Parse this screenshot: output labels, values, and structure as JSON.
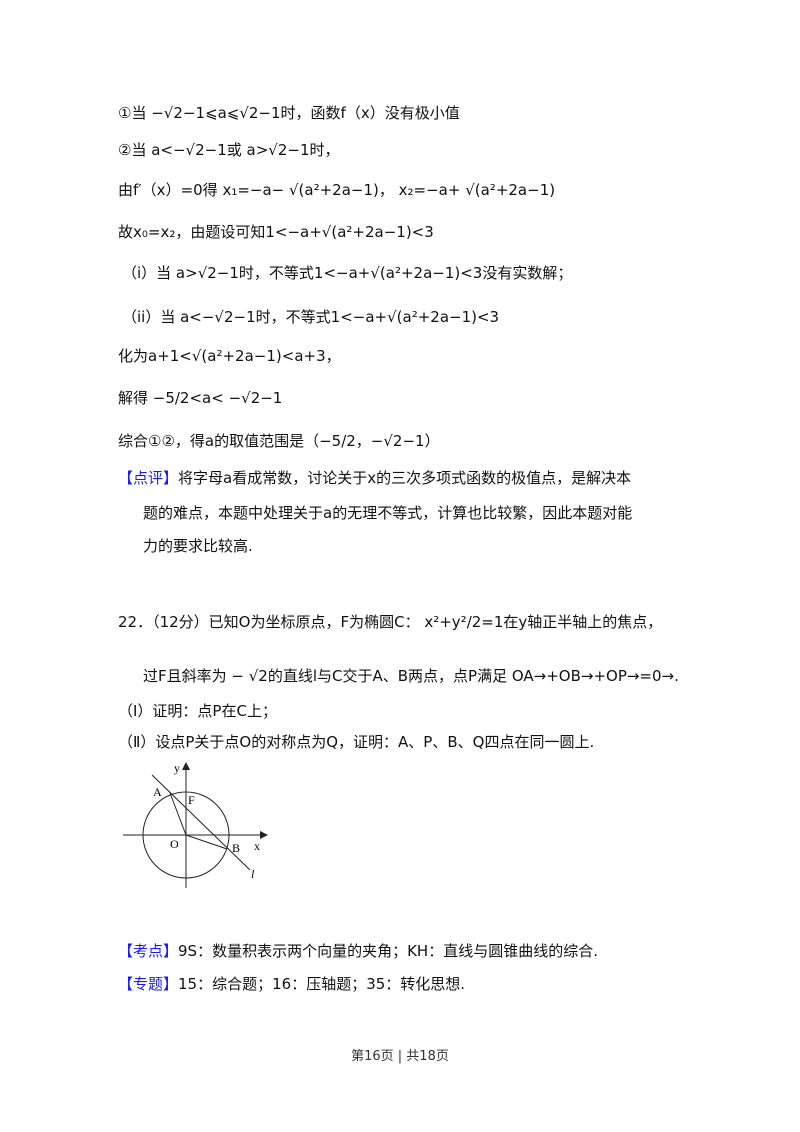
{
  "solution_lines": [
    "①当 −√2−1⩽a⩽√2−1时，函数f（x）没有极小值",
    "②当 a<−√2−1或 a>√2−1时，",
    "由f′（x）=0得 x₁=−a− √(a²+2a−1)， x₂=−a+ √(a²+2a−1)",
    "故x₀=x₂，由题设可知1<−a+√(a²+2a−1)<3",
    "（i）当 a>√2−1时，不等式1<−a+√(a²+2a−1)<3没有实数解；",
    "（ii）当 a<−√2−1时，不等式1<−a+√(a²+2a−1)<3",
    "化为a+1<√(a²+2a−1)<a+3，",
    "解得 −5/2<a< −√2−1",
    "综合①②，得a的取值范围是（−5/2，−√2−1）"
  ],
  "comment": {
    "tag": "【点评】",
    "lines": [
      "将字母a看成常数，讨论关于x的三次多项式函数的极值点，是解决本",
      "题的难点，本题中处理关于a的无理不等式，计算也比较繁，因此本题对能",
      "力的要求比较高."
    ]
  },
  "problem": {
    "line1": "22．（12分）已知O为坐标原点，F为椭圆C： x²+y²/2=1在y轴正半轴上的焦点，",
    "line2": "过F且斜率为 − √2的直线l与C交于A、B两点，点P满足 OA→+OB→+OP→=0→.",
    "part1": "（Ⅰ）证明：点P在C上；",
    "part2": "（Ⅱ）设点P关于点O的对称点为Q，证明：A、P、B、Q四点在同一圆上."
  },
  "figure": {
    "labels": {
      "y": "y",
      "x": "x",
      "A": "A",
      "F": "F",
      "O": "O",
      "B": "B",
      "l": "l"
    }
  },
  "kaodian": {
    "tag": "【考点】",
    "text": "9S：数量积表示两个向量的夹角；KH：直线与圆锥曲线的综合."
  },
  "zhuanti": {
    "tag": "【专题】",
    "text": "15：综合题；16：压轴题；35：转化思想."
  },
  "footer": "第16页 | 共18页",
  "colors": {
    "tag": "#1a1aff",
    "text": "#111111"
  }
}
